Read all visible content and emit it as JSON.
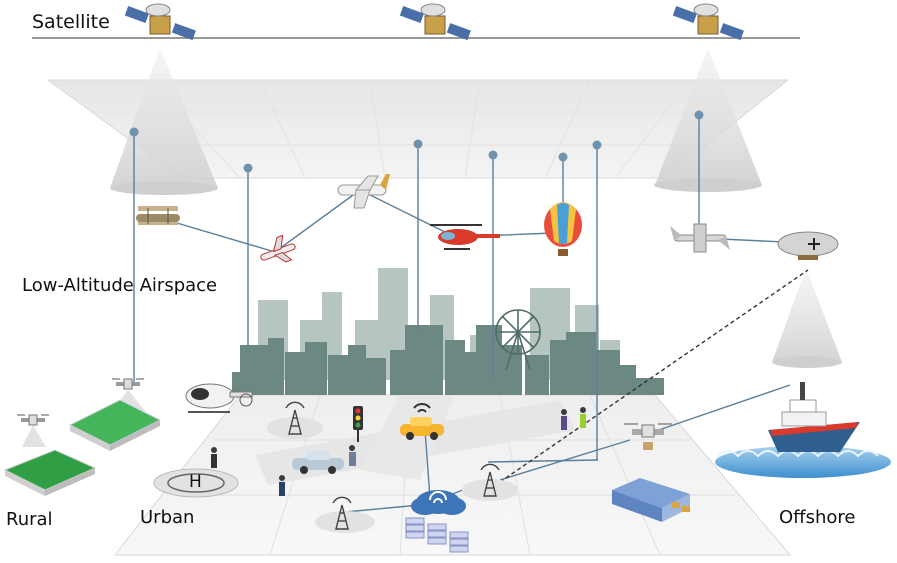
{
  "labels": {
    "satellite": "Satellite",
    "airspace": "Low-Altitude Airspace",
    "rural": "Rural",
    "urban": "Urban",
    "offshore": "Offshore",
    "helipad": "H"
  },
  "colors": {
    "skyline": "#6c8883",
    "skyline_light": "#b9c6c2",
    "link": "#5b7f98",
    "node": "#6f93ad",
    "beam": "#d8d8d8",
    "field": "#36a84a"
  },
  "icons": [
    "satellite-icon",
    "biplane-icon",
    "airplane-icon",
    "helicopter-icon",
    "hot-air-balloon-icon",
    "drone-icon",
    "airship-icon",
    "ship-icon",
    "cell-tower-icon",
    "cloud-icon",
    "server-icon",
    "traffic-light-icon",
    "car-icon",
    "person-icon",
    "warehouse-icon",
    "ferris-wheel-icon"
  ]
}
